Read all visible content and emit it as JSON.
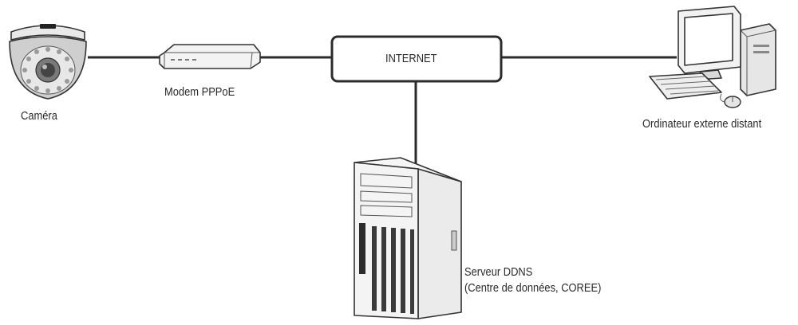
{
  "nodes": {
    "camera": {
      "label": "Caméra"
    },
    "modem": {
      "label": "Modem PPPoE"
    },
    "internet": {
      "label": "INTERNET"
    },
    "remote_pc": {
      "label": "Ordinateur externe distant"
    },
    "ddns_server": {
      "label_line1": "Serveur DDNS",
      "label_line2": "(Centre de données, COREE)"
    }
  },
  "icons": {
    "camera": "dome-camera-icon",
    "modem": "modem-icon",
    "remote_pc": "desktop-computer-icon",
    "ddns_server": "tower-server-icon"
  }
}
